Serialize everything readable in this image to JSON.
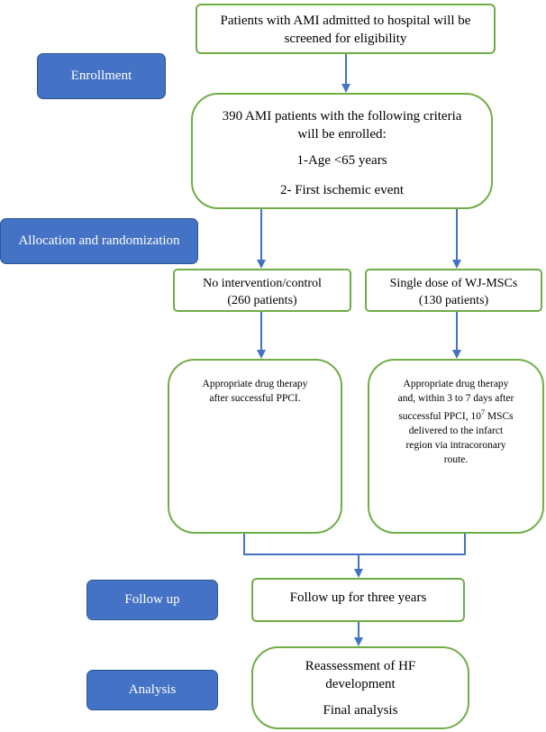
{
  "stages": {
    "enrollment": "Enrollment",
    "allocation": "Allocation and randomization",
    "follow_up": "Follow up",
    "analysis": "Analysis"
  },
  "boxes": {
    "screening": {
      "line1": "Patients with AMI admitted to hospital will be",
      "line2": "screened for eligibility"
    },
    "enrolled": {
      "line1": "390 AMI patients with the following criteria",
      "line2": "will be enrolled:",
      "criterion1": "1-Age <65 years",
      "criterion2": "2- First ischemic event"
    },
    "control": {
      "line1": "No intervention/control",
      "line2": "(260 patients)"
    },
    "treatment": {
      "line1": "Single dose of WJ-MSCs",
      "line2": "(130 patients)"
    },
    "control_therapy": {
      "line1": "Appropriate drug therapy",
      "line2": "after successful PPCI."
    },
    "treatment_therapy": {
      "line1": "Appropriate drug therapy",
      "line2": "and, within 3 to 7 days after",
      "line3_pre": "successful PPCI, 10",
      "line3_sup": "7",
      "line3_post": " MSCs",
      "line4": "delivered to the infarct",
      "line5": "region via intracoronary",
      "line6": "route."
    },
    "follow_up": {
      "text": "Follow up for three years"
    },
    "analysis": {
      "line1": "Reassessment of HF",
      "line2": "development",
      "line3": "Final analysis"
    }
  },
  "colors": {
    "box_border": "#70ad47",
    "stage_fill": "#4472c4",
    "arrow": "#4472c4"
  }
}
